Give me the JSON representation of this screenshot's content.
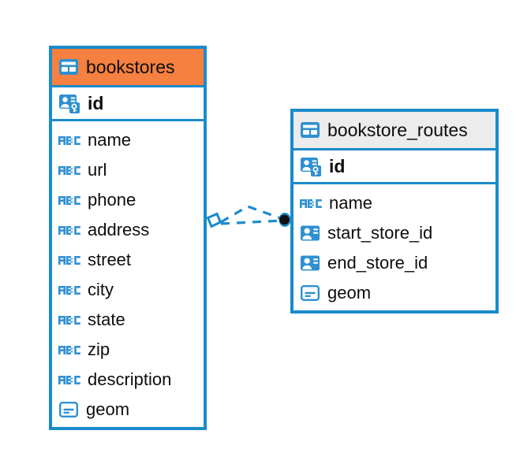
{
  "diagram": {
    "kind": "entity-relationship-diagram",
    "background": "#ffffff",
    "colors": {
      "border": "#1a8bcb",
      "icon_blue": "#2e90d0",
      "header_accent": "#f5803f",
      "header_plain": "#ececec",
      "text": "#0d0d0d",
      "connector": "#1a8bcb",
      "endpoint_dot": "#111111"
    },
    "entities": [
      {
        "id": "bookstores",
        "name": "bookstores",
        "header_style": "accent",
        "table_icon": "table-icon",
        "primary_key": {
          "name": "id",
          "icon": "primary-key-icon"
        },
        "fields": [
          {
            "name": "name",
            "icon": "text-type-icon"
          },
          {
            "name": "url",
            "icon": "text-type-icon"
          },
          {
            "name": "phone",
            "icon": "text-type-icon"
          },
          {
            "name": "address",
            "icon": "text-type-icon"
          },
          {
            "name": "street",
            "icon": "text-type-icon"
          },
          {
            "name": "city",
            "icon": "text-type-icon"
          },
          {
            "name": "state",
            "icon": "text-type-icon"
          },
          {
            "name": "zip",
            "icon": "text-type-icon"
          },
          {
            "name": "description",
            "icon": "text-type-icon"
          },
          {
            "name": "geom",
            "icon": "geometry-type-icon"
          }
        ]
      },
      {
        "id": "bookstore_routes",
        "name": "bookstore_routes",
        "header_style": "plain",
        "table_icon": "table-icon",
        "primary_key": {
          "name": "id",
          "icon": "primary-key-icon"
        },
        "fields": [
          {
            "name": "name",
            "icon": "text-type-icon"
          },
          {
            "name": "start_store_id",
            "icon": "foreign-key-icon"
          },
          {
            "name": "end_store_id",
            "icon": "foreign-key-icon"
          },
          {
            "name": "geom",
            "icon": "geometry-type-icon"
          }
        ]
      }
    ],
    "relationship": {
      "from": "bookstores",
      "to": "bookstore_routes",
      "line_style": "dashed",
      "source_marker": "diamond-marker",
      "target_marker": "filled-dot-marker"
    }
  }
}
